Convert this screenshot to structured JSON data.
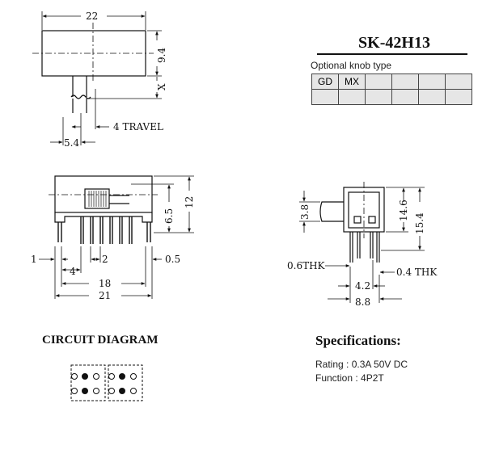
{
  "title": "SK-42H13",
  "knob": {
    "caption": "Optional knob type",
    "row1": [
      "GD",
      "MX",
      "",
      "",
      "",
      ""
    ],
    "row2": [
      "",
      "",
      "",
      "",
      "",
      ""
    ]
  },
  "dims": {
    "top_width": "22",
    "top_height": "9.4",
    "x_label": "X",
    "travel": "4  TRAVEL",
    "stem": "5.4",
    "front_height": "12",
    "front_mid": "6.5",
    "pin_pitch": "2",
    "left_1": "1",
    "right_05": "0.5",
    "span_4": "4",
    "span_18": "18",
    "span_21": "21",
    "side_38": "3.8",
    "side_146": "14.6",
    "side_154": "15.4",
    "thk_06": "0.6THK",
    "thk_04": "0.4  THK",
    "side_42": "4.2",
    "side_88": "8.8"
  },
  "circuit": {
    "title": "CIRCUIT DIAGRAM"
  },
  "specs": {
    "title": "Specifications:",
    "rating": "Rating : 0.3A 50V DC",
    "function": "Function : 4P2T"
  }
}
